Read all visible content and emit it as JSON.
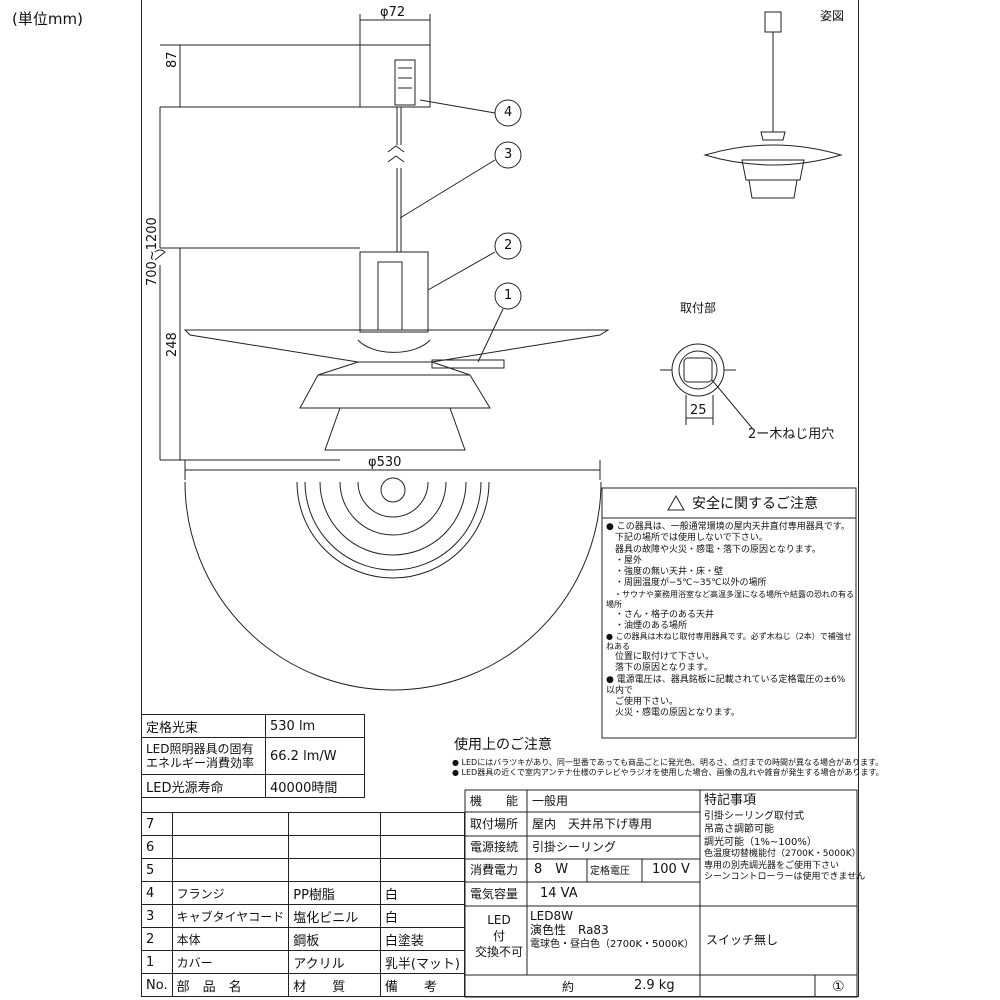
{
  "unit_label": "(単位mm)",
  "view_label": "姿図",
  "mount_label": "取付部",
  "dimensions": {
    "canopy_dia": "φ72",
    "canopy_height": "87",
    "hang_range": "700~1200",
    "body_height": "248",
    "shade_dia": "φ530",
    "mount_width": "25",
    "mount_hole": "2ー木ねじ用穴"
  },
  "callouts": [
    "1",
    "2",
    "3",
    "4"
  ],
  "safety": {
    "title": "安全に関するご注意",
    "lines": [
      "● この器具は、一般通常環境の屋内天井直付専用器具です。",
      "　下記の場所では使用しないで下さい。",
      "　器具の故障や火災・感電・落下の原因となります。",
      "　・屋外",
      "　・強度の無い天井・床・壁",
      "　・周囲温度が−5℃~35℃以外の場所",
      "　・サウナや業務用浴室など高温多湿になる場所や結露の恐れの有る場所",
      "　・さん・格子のある天井",
      "　・油煙のある場所",
      "● この器具は木ねじ取付専用器具です。必ず木ねじ（2本）で補強せねある",
      "　位置に取付けて下さい。",
      "　落下の原因となります。",
      "● 電源電圧は、器具銘板に記載されている定格電圧の±6%以内で",
      "　ご使用下さい。",
      "　火災・感電の原因となります。"
    ]
  },
  "usage": {
    "title": "使用上のご注意",
    "lines": [
      "● LEDにはバラツキがあり、同一型番であっても商品ごとに発光色、明るさ、点灯までの時間が異なる場合があります。",
      "● LED器具の近くで室内アンテナ仕様のテレビやラジオを使用した場合、画像の乱れや雑音が発生する場合があります。"
    ]
  },
  "specs": [
    {
      "label": "定格光束",
      "value": "530 lm"
    },
    {
      "label": "LED照明器具の固有\nエネルギー消費効率",
      "value": "66.2 lm/W"
    },
    {
      "label": "LED光源寿命",
      "value": "40000時間"
    }
  ],
  "parts": {
    "rows": [
      {
        "no": "7",
        "name": "",
        "material": "",
        "note": ""
      },
      {
        "no": "6",
        "name": "",
        "material": "",
        "note": ""
      },
      {
        "no": "5",
        "name": "",
        "material": "",
        "note": ""
      },
      {
        "no": "4",
        "name": "フランジ",
        "material": "PP樹脂",
        "note": "白"
      },
      {
        "no": "3",
        "name": "キャブタイヤコード",
        "material": "塩化ビニル",
        "note": "白"
      },
      {
        "no": "2",
        "name": "本体",
        "material": "鋼板",
        "note": "白塗装"
      },
      {
        "no": "1",
        "name": "カバー",
        "material": "アクリル",
        "note": "乳半(マット)"
      }
    ],
    "header": {
      "no": "No.",
      "name": "部　品　名",
      "material": "材　　質",
      "note": "備　　考"
    }
  },
  "info": {
    "use_label": "機　　能",
    "use_value": "一般用",
    "place_label": "取付場所",
    "place_value": "屋内　天井吊下げ専用",
    "conn_label": "電源接続",
    "conn_value": "引掛シーリング",
    "power_label": "消費電力",
    "power_value": "8　W",
    "volt_label": "定格電圧",
    "volt_value": "100 V",
    "capacity_label": "電気容量",
    "capacity_value": "14 VA",
    "led_label": "LED\n付\n交換不可",
    "led_line1": "LED8W",
    "led_line2": "演色性　Ra83",
    "led_line3": "電球色・昼白色（2700K・5000K）",
    "weight_prefix": "約",
    "weight_value": "2.9 kg"
  },
  "special": {
    "title": "特記事項",
    "lines": [
      "引掛シーリング取付式",
      "吊高さ調節可能",
      "調光可能（1%~100%）",
      "色温度切替機能付（2700K・5000K）",
      "専用の別売調光器をご使用下さい",
      "シーンコントローラーは使用できません"
    ],
    "switch": "スイッチ無し"
  },
  "sheet_mark": "①"
}
